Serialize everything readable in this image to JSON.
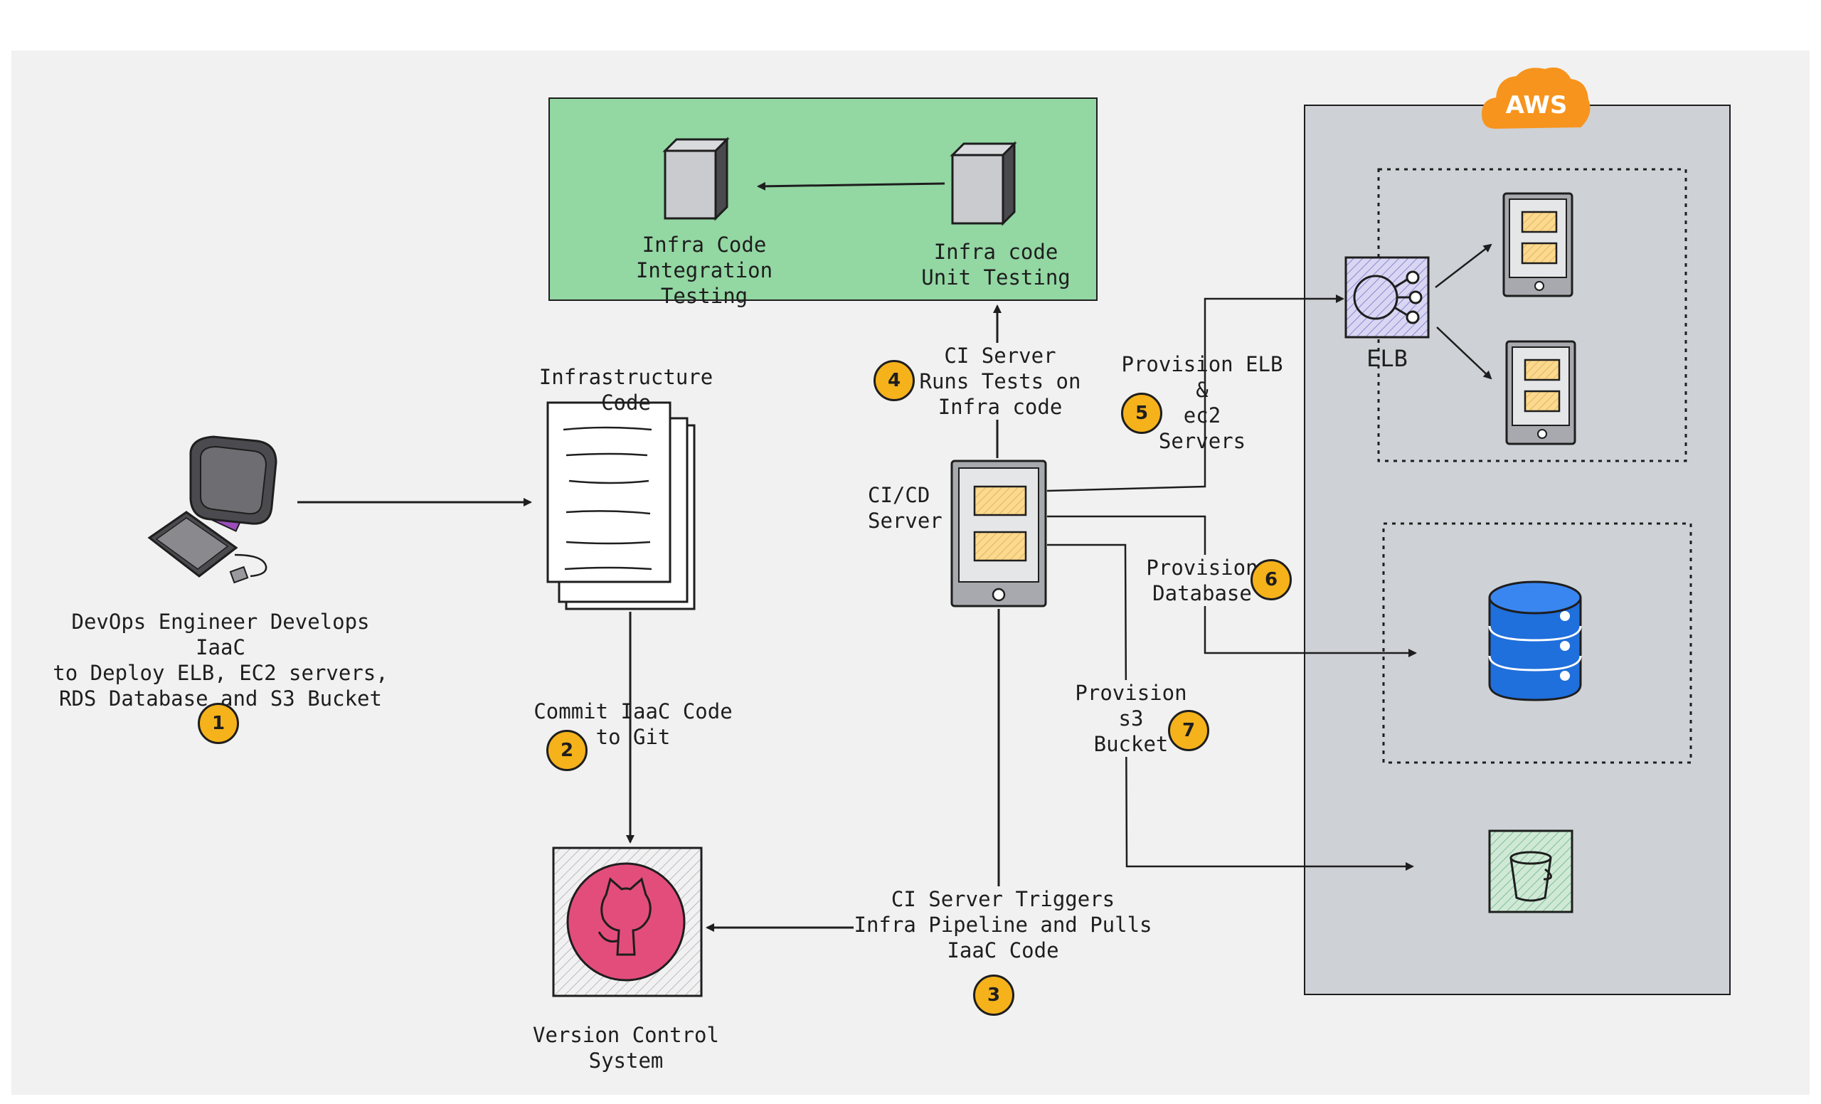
{
  "colors": {
    "canvas": "#f1f1f2",
    "test_box": "#93d7a3",
    "aws_region": "#ced1d6",
    "badge": "#f5b21b",
    "github": "#e34d7c",
    "database": "#1f6fdc",
    "aws_orange": "#f7941d",
    "card_yellow": "#fbd98f"
  },
  "aws": {
    "label": "AWS"
  },
  "developer": {
    "caption": "DevOps Engineer Develops IaaC\nto Deploy ELB, EC2 servers,\nRDS Database and S3 Bucket"
  },
  "infra_code": {
    "title": "Infrastructure Code"
  },
  "vcs": {
    "caption": "Version Control System"
  },
  "testing": {
    "integration_label": "Infra Code\nIntegration Testing",
    "unit_label": "Infra code\nUnit Testing"
  },
  "cicd": {
    "label": "CI/CD\nServer"
  },
  "elb": {
    "label": "ELB"
  },
  "steps": [
    {
      "number": "1",
      "text": ""
    },
    {
      "number": "2",
      "text": "Commit IaaC Code\nto Git"
    },
    {
      "number": "3",
      "text": "CI Server Triggers\nInfra Pipeline and Pulls\nIaaC Code"
    },
    {
      "number": "4",
      "text": "CI Server\nRuns Tests on\nInfra code"
    },
    {
      "number": "5",
      "text": "Provision ELB &\nec2\nServers"
    },
    {
      "number": "6",
      "text": "Provision\nDatabase"
    },
    {
      "number": "7",
      "text": "Provision s3\nBucket"
    }
  ]
}
